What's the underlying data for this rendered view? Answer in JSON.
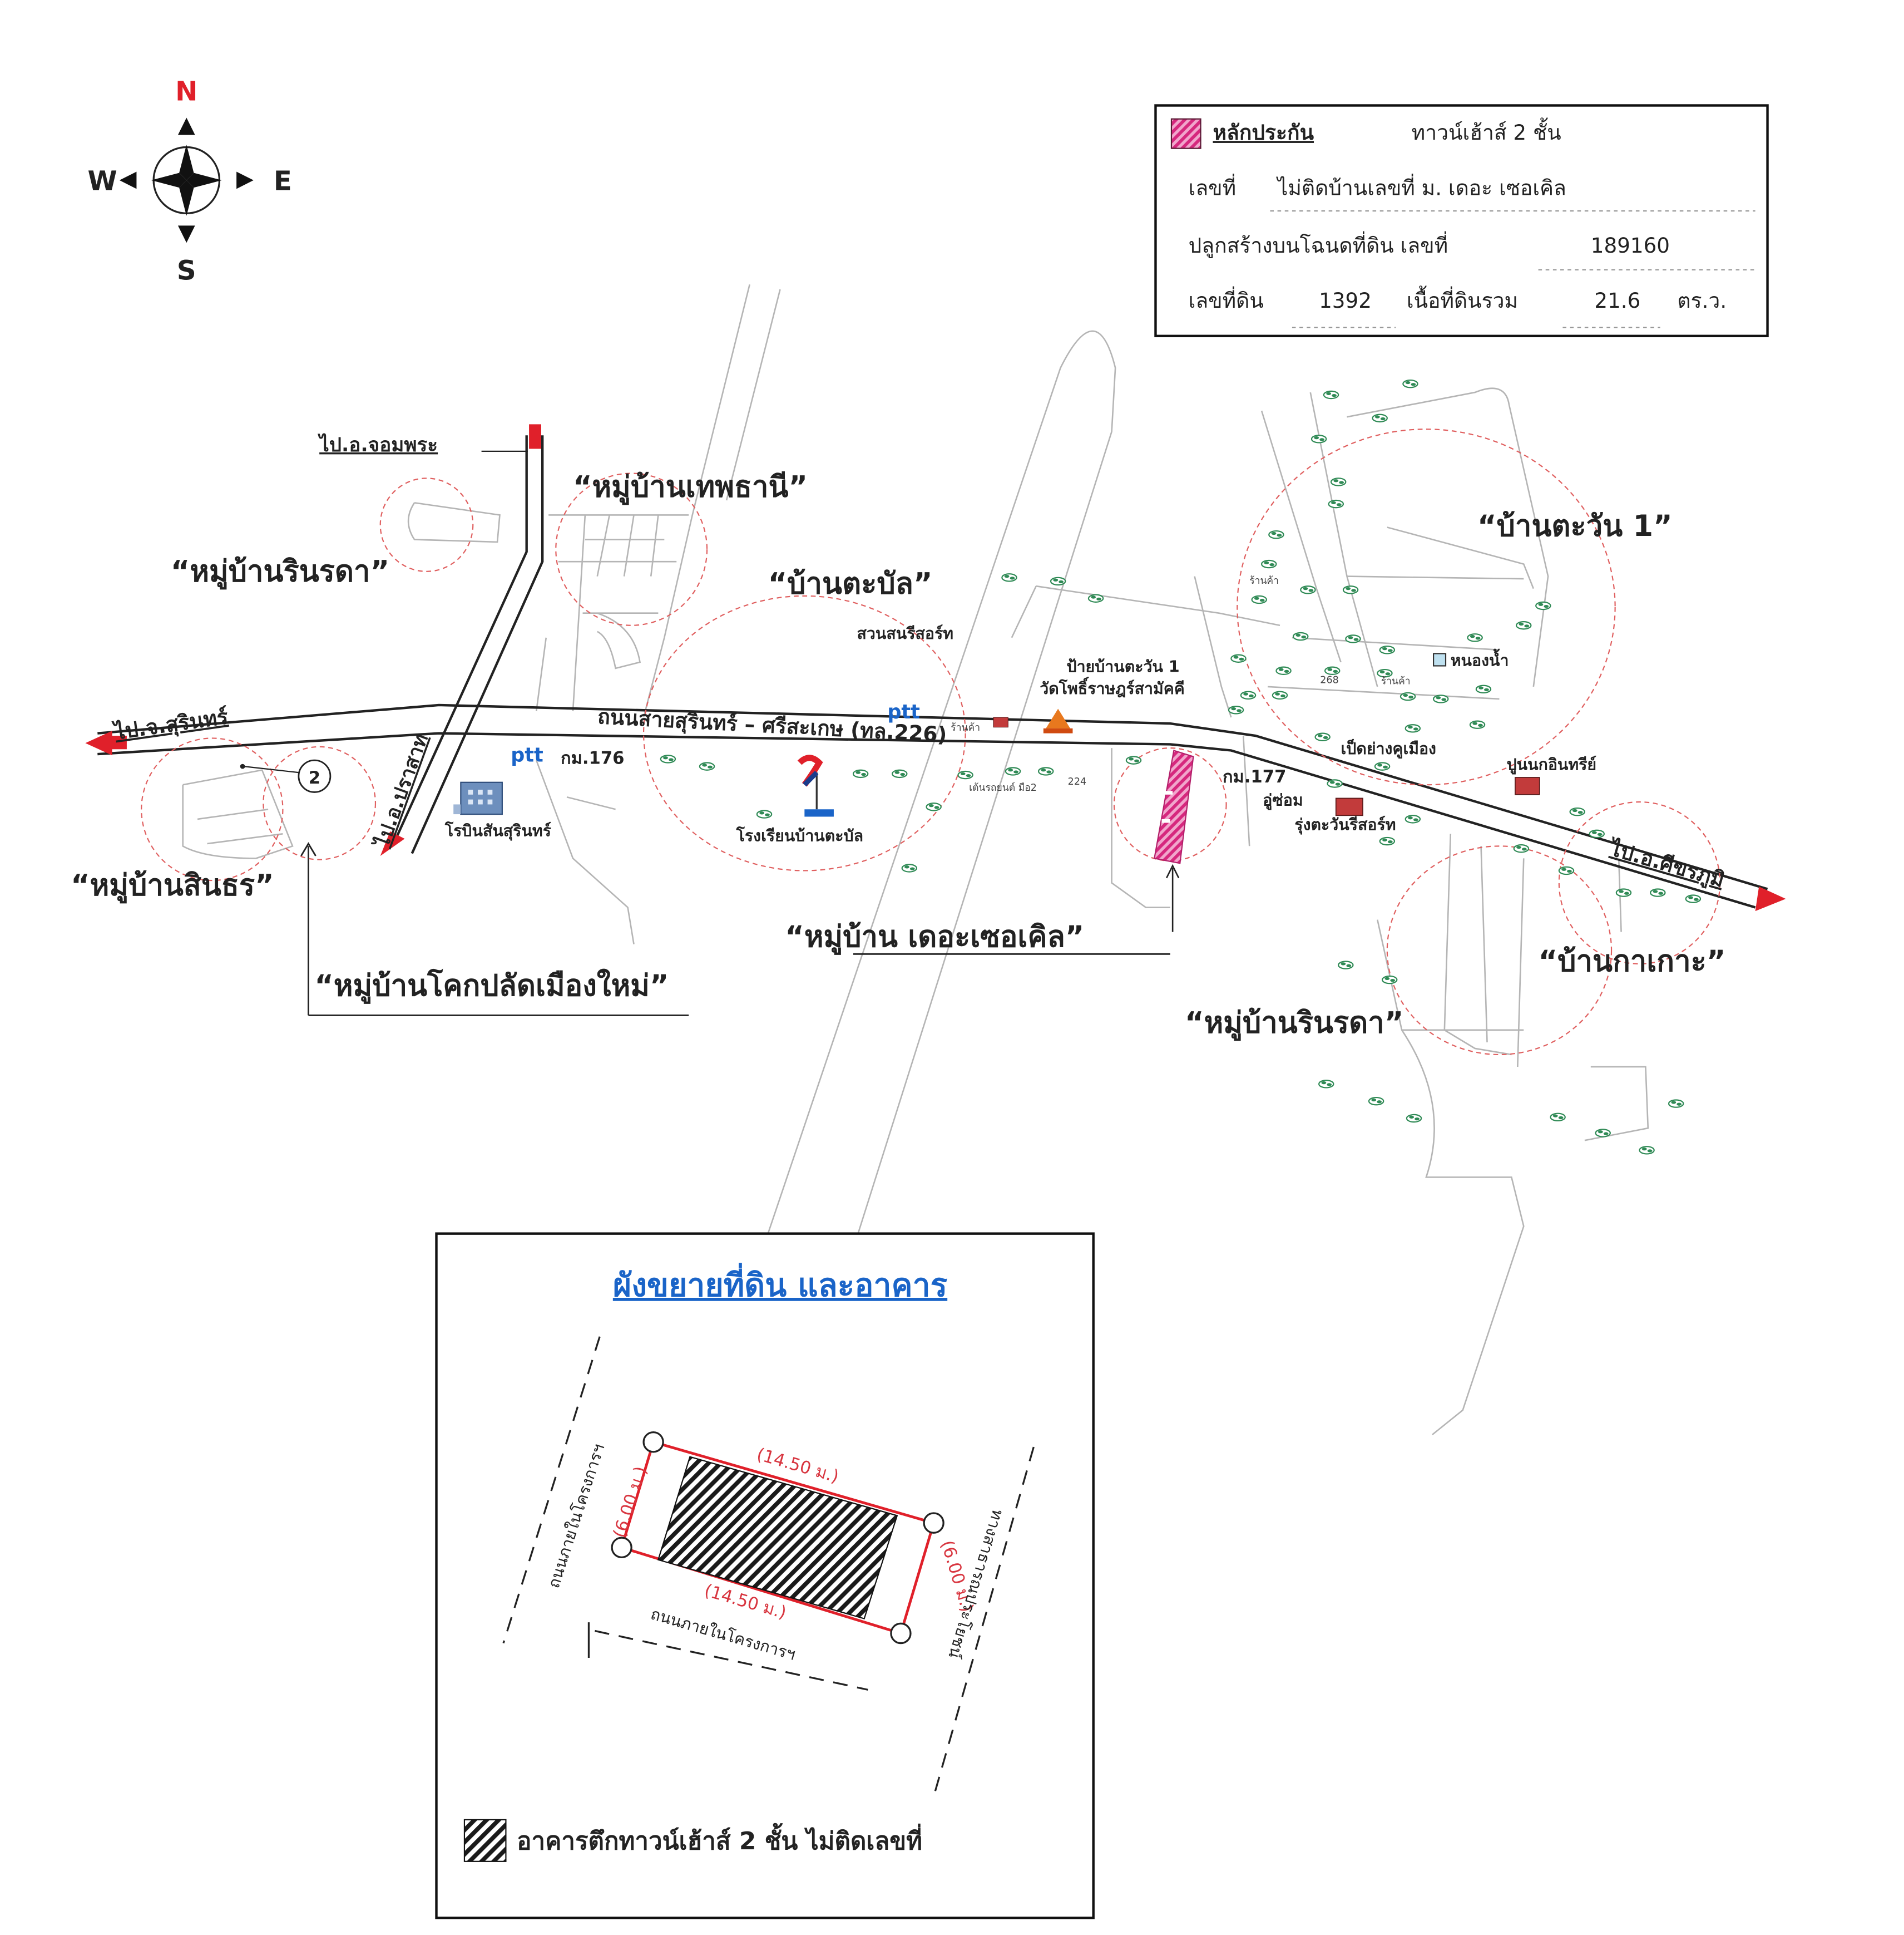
{
  "compass": {
    "n": "N",
    "s": "S",
    "e": "E",
    "w": "W"
  },
  "legend": {
    "collateral_label": "หลักประกัน",
    "collateral_type": "ทาวน์เฮ้าส์ 2 ชั้น",
    "house_no_label": "เลขที่",
    "house_no_value": "ไม่ติดบ้านเลขที่  ม. เดอะ เซอเคิล",
    "deed_label": "ปลูกสร้างบนโฉนดที่ดิน เลขที่",
    "deed_value": "189160",
    "land_no_label": "เลขที่ดิน",
    "land_no_value": "1392",
    "area_label": "เนื้อที่ดินรวม",
    "area_value": "21.6",
    "area_unit": "ตร.ว."
  },
  "colors": {
    "collateral": "#d6287e",
    "dimension": "#d8353f",
    "title_blue": "#1a64c8",
    "arrow_red": "#e0202a"
  },
  "villages": {
    "thepthani": "“หมู่บ้านเทพธานี”",
    "rinrada_1": "“หมู่บ้านรินรดา”",
    "tabal": "“บ้านตะบัล”",
    "tawan": "“บ้านตะวัน 1”",
    "sinthon": "“หมู่บ้านสินธร”",
    "kok_plad": "“หมู่บ้านโคกปลัดเมืองใหม่”",
    "the_circle": "“หมู่บ้าน เดอะเซอเคิล”",
    "rinrada_2": "“หมู่บ้านรินรดา”",
    "kakao": "“บ้านกาเกาะ”"
  },
  "roads": {
    "to_chom_phra": "ไป.อ.จอมพระ",
    "to_surin": "ไป.จ.สุรินทร์",
    "to_prasat": "ไป.อ.ปราสาท",
    "to_sikhoraphum": "ไป.อ.ศีขรภูมิ",
    "highway": "ถนนสายสุรินทร์ – ศรีสะเกษ (ทล.226)",
    "km_176": "กม.176",
    "km_177": "กม.177"
  },
  "places": {
    "suan_son": "สวนสนรีสอร์ท",
    "sign_tawan": "ป้ายบ้านตะวัน 1",
    "wat_pho": "วัดโพธิ์ราษฎร์สามัคคี",
    "nong_nam": "หนองน้ำ",
    "ped_yang": "เป็ดย่างคูเมือง",
    "pun_nok": "ปูนนกอินทรีย์",
    "u_som": "อู่ซ่อม",
    "rung_tawan": "รุ่งตะวันรีสอร์ท",
    "rubin": "โรบินสันสุรินทร์",
    "school": "โรงเรียนบ้านตะบัล",
    "ptt": "ptt",
    "circle_2": "2",
    "shop_1": "ร้านค้า",
    "shop_2": "ร้านค้า",
    "shop_3": "ร้านค้า",
    "num_268": "268",
    "num_224": "224",
    "small_note": "เต้นรถยนต์ มือ2"
  },
  "inset": {
    "title": "ผังขยายที่ดิน และอาคาร",
    "dim_top": "(14.50 ม.)",
    "dim_bottom": "(14.50 ม.)",
    "dim_left": "(6.00 ม.)",
    "dim_right": "(6.00 ม.)",
    "road_left": "ถนนภายในโครงการฯ",
    "road_bottom": "ถนนภายในโครงการฯ",
    "road_right": "ทางสาธารณประโยชน์",
    "legend": "อาคารตึกทาวน์เฮ้าส์ 2 ชั้น  ไม่ติดเลขที่"
  }
}
